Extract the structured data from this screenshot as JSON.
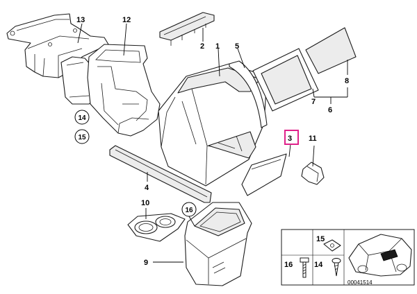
{
  "diagram": {
    "callouts": [
      {
        "id": "c13",
        "label": "13"
      },
      {
        "id": "c12",
        "label": "12"
      },
      {
        "id": "c2",
        "label": "2"
      },
      {
        "id": "c1",
        "label": "1"
      },
      {
        "id": "c5",
        "label": "5"
      },
      {
        "id": "c7",
        "label": "7"
      },
      {
        "id": "c6",
        "label": "6"
      },
      {
        "id": "c8",
        "label": "8"
      },
      {
        "id": "c14",
        "label": "14"
      },
      {
        "id": "c15",
        "label": "15"
      },
      {
        "id": "c3",
        "label": "3"
      },
      {
        "id": "c11",
        "label": "11"
      },
      {
        "id": "c4",
        "label": "4"
      },
      {
        "id": "c10",
        "label": "10"
      },
      {
        "id": "c16",
        "label": "16"
      },
      {
        "id": "c9",
        "label": "9"
      }
    ],
    "legend": {
      "callouts": [
        {
          "id": "l15",
          "label": "15"
        },
        {
          "id": "l16",
          "label": "16"
        },
        {
          "id": "l14",
          "label": "14"
        }
      ],
      "catalog_number": "00041514"
    },
    "highlight_color": "#e0218a"
  }
}
